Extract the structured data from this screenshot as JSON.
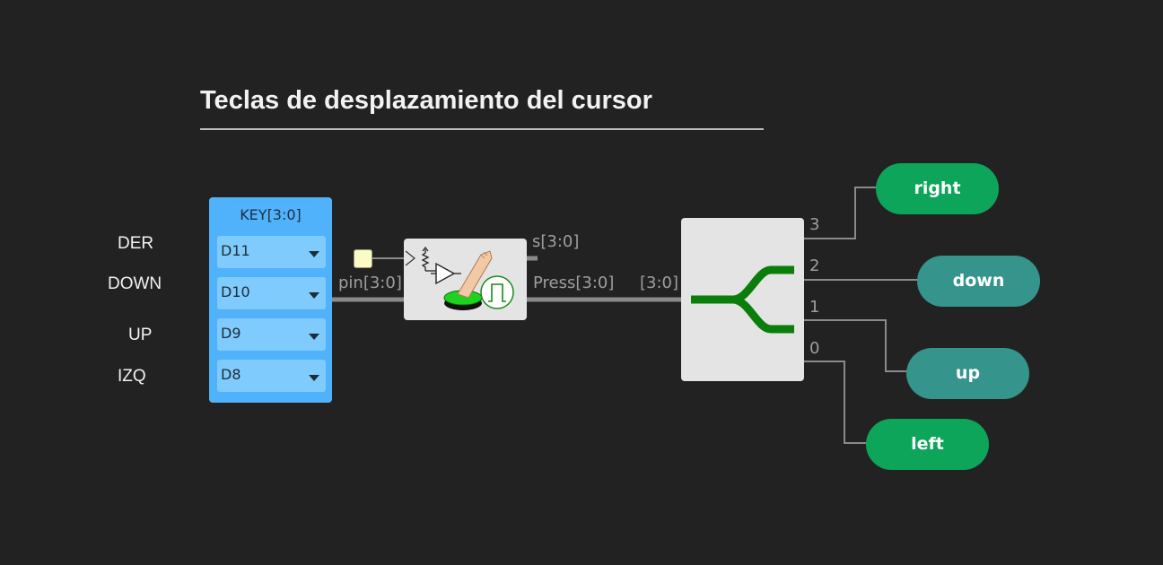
{
  "title": "Teclas de desplazamiento del cursor",
  "inputs": {
    "labels": [
      "DER",
      "DOWN",
      "UP",
      "IZQ"
    ],
    "block_title": "KEY[3:0]",
    "pins": [
      "D11",
      "D10",
      "D9",
      "D8"
    ]
  },
  "wires": {
    "pin": "pin[3:0]",
    "s": "s[3:0]",
    "press": "Press[3:0]",
    "bus": "[3:0]"
  },
  "split_indices": [
    "3",
    "2",
    "1",
    "0"
  ],
  "outputs": {
    "right": "right",
    "down": "down",
    "up": "up",
    "left": "left"
  },
  "colors": {
    "background": "#222222",
    "input_block": "#4fb2fb",
    "pin_select": "#7fcbfd",
    "output_green": "#0da55a",
    "output_teal": "#35948b",
    "split_icon": "#0a7d0a",
    "wire": "#8a8a8a"
  }
}
